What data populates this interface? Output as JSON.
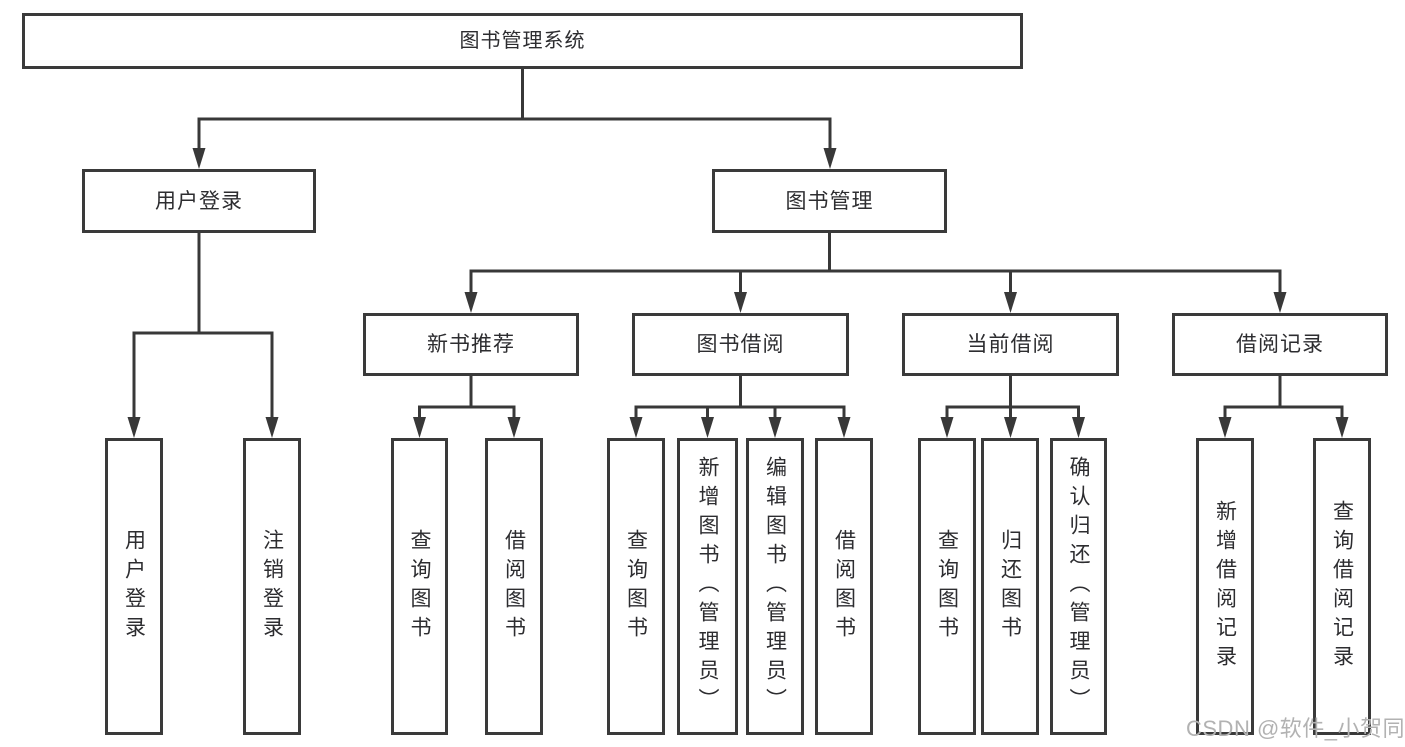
{
  "diagram": {
    "tree": {
      "root": {
        "label": "图书管理系统",
        "children": [
          {
            "label": "用户登录",
            "children": [
              {
                "label": "用户登录"
              },
              {
                "label": "注销登录"
              }
            ]
          },
          {
            "label": "图书管理",
            "children": [
              {
                "label": "新书推荐",
                "children": [
                  {
                    "label": "查询图书"
                  },
                  {
                    "label": "借阅图书"
                  }
                ]
              },
              {
                "label": "图书借阅",
                "children": [
                  {
                    "label": "查询图书"
                  },
                  {
                    "label": "新增图书（管理员）"
                  },
                  {
                    "label": "编辑图书（管理员）"
                  },
                  {
                    "label": "借阅图书"
                  }
                ]
              },
              {
                "label": "当前借阅",
                "children": [
                  {
                    "label": "查询图书"
                  },
                  {
                    "label": "归还图书"
                  },
                  {
                    "label": "确认归还（管理员）"
                  }
                ]
              },
              {
                "label": "借阅记录",
                "children": [
                  {
                    "label": "新增借阅记录"
                  },
                  {
                    "label": "查询借阅记录"
                  }
                ]
              }
            ]
          }
        ]
      }
    },
    "colors": {
      "line": "#383838",
      "border": "#3a3a3a",
      "text": "#2d2d30",
      "watermark": "#b2b2b2",
      "background": "#ffffff"
    }
  },
  "watermark": {
    "text": "CSDN @软件_小贺同学"
  }
}
